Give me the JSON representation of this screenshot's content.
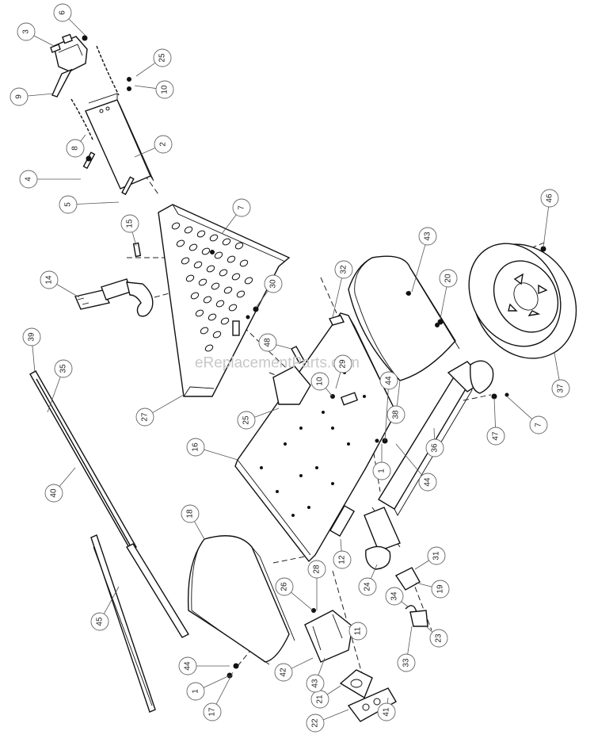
{
  "watermark": "eReplacementParts.com",
  "callouts": [
    "1",
    "2",
    "3",
    "4",
    "5",
    "6",
    "7",
    "8",
    "9",
    "10",
    "11",
    "12",
    "14",
    "15",
    "16",
    "17",
    "18",
    "19",
    "20",
    "21",
    "22",
    "23",
    "24",
    "25",
    "26",
    "27",
    "28",
    "29",
    "30",
    "31",
    "32",
    "33",
    "34",
    "35",
    "36",
    "37",
    "38",
    "39",
    "40",
    "41",
    "42",
    "43",
    "44",
    "45",
    "46",
    "47",
    "48"
  ]
}
